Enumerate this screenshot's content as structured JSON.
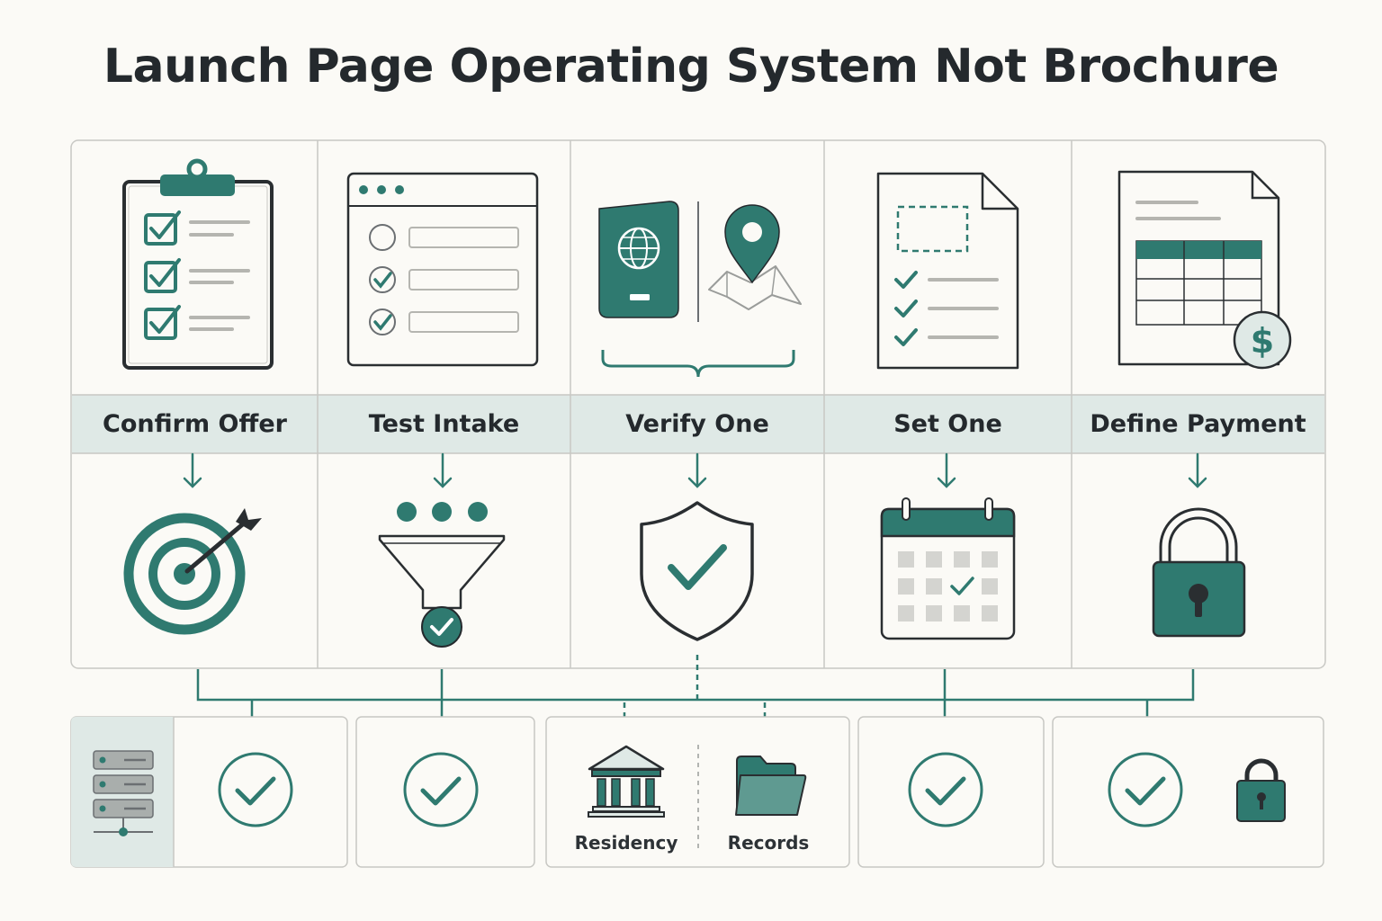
{
  "title": "Launch Page Operating System Not Brochure",
  "colors": {
    "teal": "#2f7a70",
    "teal_light": "#dfe9e6",
    "line": "#c8c8c4",
    "dark": "#2a2e31",
    "gray": "#b5b5b0"
  },
  "steps": [
    {
      "label": "Confirm Offer",
      "top_icon": "clipboard-checklist-icon",
      "bottom_icon": "target-icon"
    },
    {
      "label": "Test Intake",
      "top_icon": "form-window-icon",
      "bottom_icon": "funnel-icon"
    },
    {
      "label": "Verify One",
      "top_icon": "passport-map-icon",
      "bottom_icon": "shield-check-icon"
    },
    {
      "label": "Set One",
      "top_icon": "document-checklist-icon",
      "bottom_icon": "calendar-icon"
    },
    {
      "label": "Define Payment",
      "top_icon": "invoice-table-icon",
      "bottom_icon": "padlock-icon"
    }
  ],
  "outcomes": [
    {
      "icons": [
        "server-icon",
        "check-circle-icon"
      ]
    },
    {
      "icons": [
        "check-circle-icon"
      ]
    },
    {
      "icons": [
        "bank-icon",
        "folder-icon"
      ],
      "labels": [
        "Residency",
        "Records"
      ]
    },
    {
      "icons": [
        "check-circle-icon"
      ]
    },
    {
      "icons": [
        "check-circle-icon",
        "small-lock-icon"
      ]
    }
  ]
}
